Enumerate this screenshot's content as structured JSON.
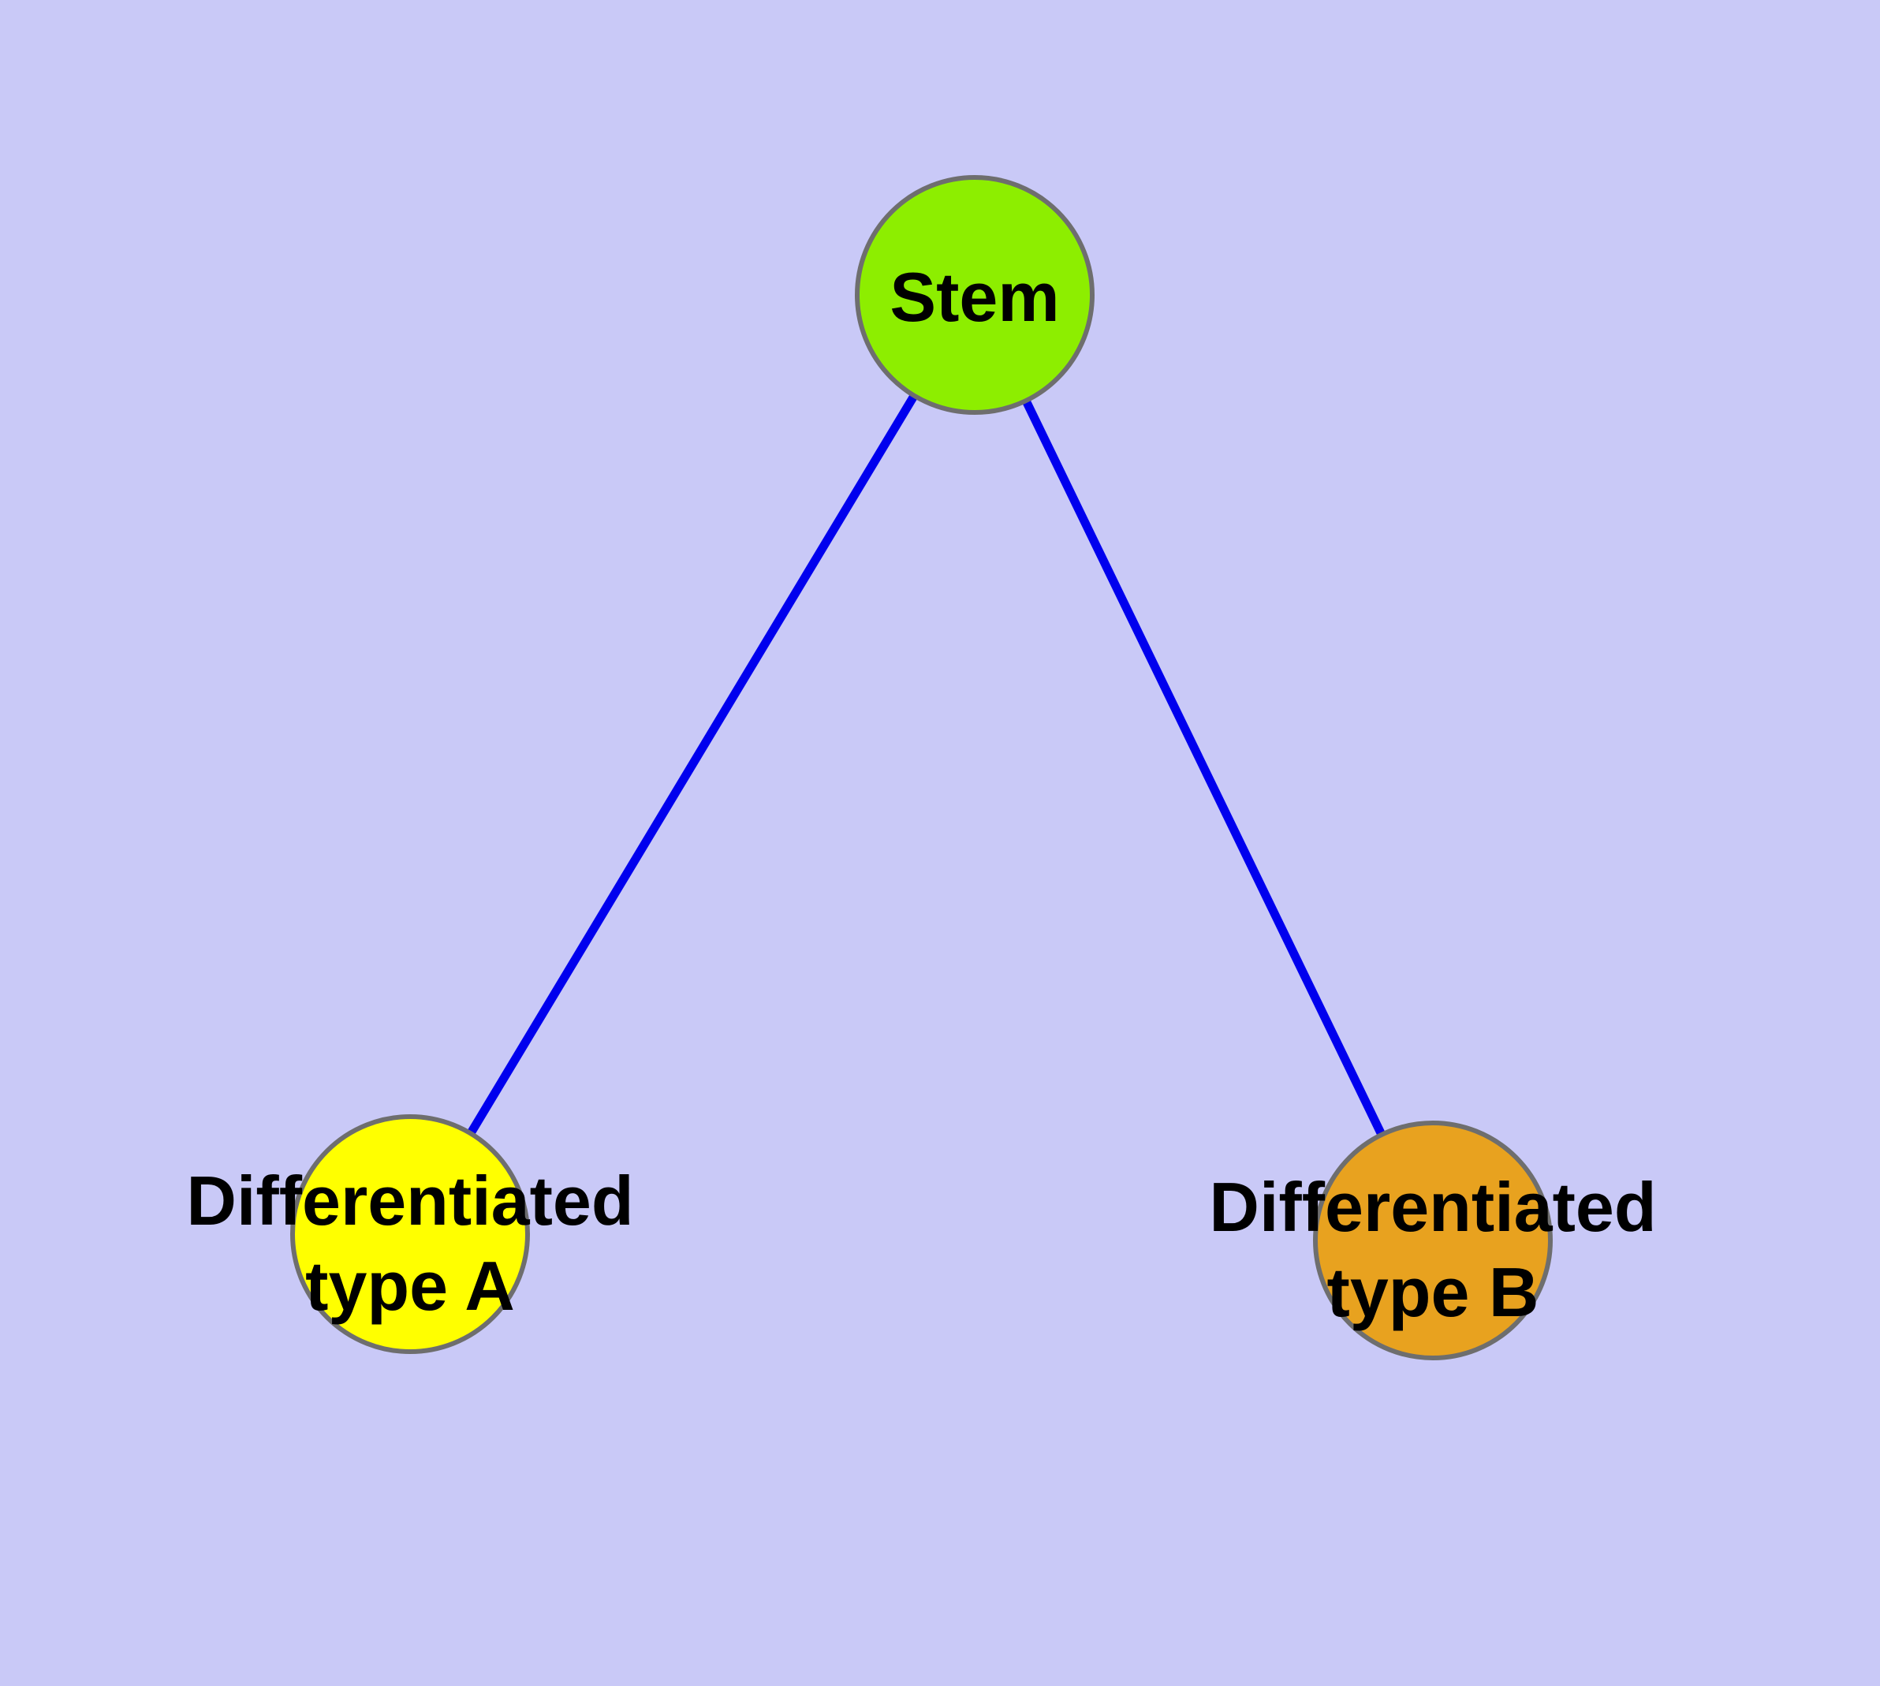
{
  "diagram": {
    "type": "node-link-graph",
    "description": "Cell differentiation hierarchy: one stem node with two differentiated descendant nodes",
    "background_color": "#C9C9F7",
    "edge_color": "#0000EE",
    "node_border_color": "#6E6E6E",
    "label_color": "#000000",
    "nodes": [
      {
        "id": "stem",
        "label": "Stem",
        "label_lines": {
          "0": "Stem"
        },
        "fill_color": "#8DEE00"
      },
      {
        "id": "differentiated-type-a",
        "label": "Differentiated type A",
        "label_lines": {
          "0": "Differentiated",
          "1": "type A"
        },
        "fill_color": "#FFFF00"
      },
      {
        "id": "differentiated-type-b",
        "label": "Differentiated type B",
        "label_lines": {
          "0": "Differentiated",
          "1": "type B"
        },
        "fill_color": "#E8A21F"
      }
    ],
    "edges": [
      {
        "from": "stem",
        "to": "differentiated-type-a"
      },
      {
        "from": "stem",
        "to": "differentiated-type-b"
      }
    ]
  }
}
